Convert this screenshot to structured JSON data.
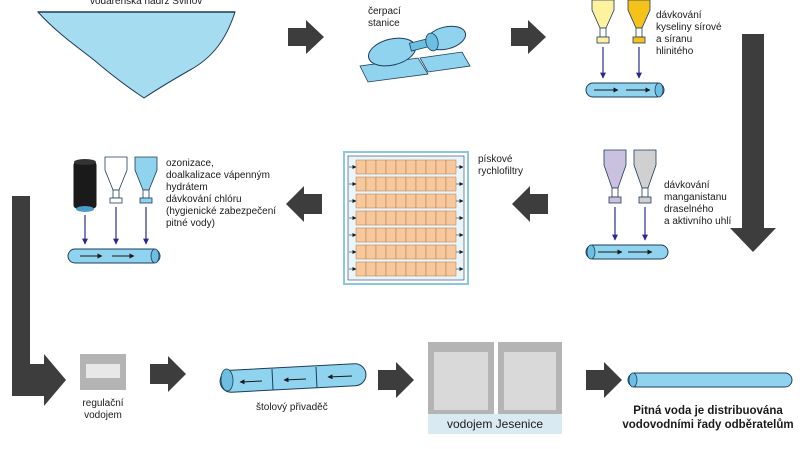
{
  "colors": {
    "water": "#a6dcf0",
    "water_dark": "#4e9cc4",
    "pipe": "#8fd3ee",
    "outline": "#1e3c5a",
    "arrow_grey": "#3d3d3d",
    "acid_funnel": "#fff29e",
    "alum_funnel": "#f5c21b",
    "permanganate_funnel": "#c9c1de",
    "carbon_funnel": "#d0d0d0",
    "ozone_column": "#1a1a1a",
    "filter_cell": "#f8c89d",
    "filter_frame": "#8fc6df",
    "dose_arrow": "#2b2a8c",
    "reservoir_grey": "#b4b4b4",
    "basin_light": "#d9eaf3"
  },
  "labels": {
    "reservoir": "vodárenská nádrž Švihov",
    "pump_station": "čerpací\nstanice",
    "acid_dosing": "dávkování\nkyseliny sírové\na síranu\nhlinitého",
    "sand_filters": "pískové\nrychlofiltry",
    "permanganate_dosing": "dávkování\nmanganistanu\ndraselného\na aktivního uhlí",
    "ozonation": "ozonizace,\ndoalkalizace vápenným\nhydrátem\ndávkování chlóru\n(hygienické zabezpečení\npitné vody)",
    "regulation_reservoir": "regulační\nvodojem",
    "gallery_feeder": "štolový přivaděč",
    "jesenice_reservoir": "vodojem Jesenice",
    "distribution": "Pitná voda je distribuována\nvodovodními řady odběratelům"
  },
  "icons": [
    "reservoir-basin-icon",
    "pump-icon",
    "funnel-icon",
    "pipe-icon",
    "flow-arrow-icon",
    "sand-filter-icon",
    "ozone-column-icon",
    "reservoir-tank-icon"
  ]
}
